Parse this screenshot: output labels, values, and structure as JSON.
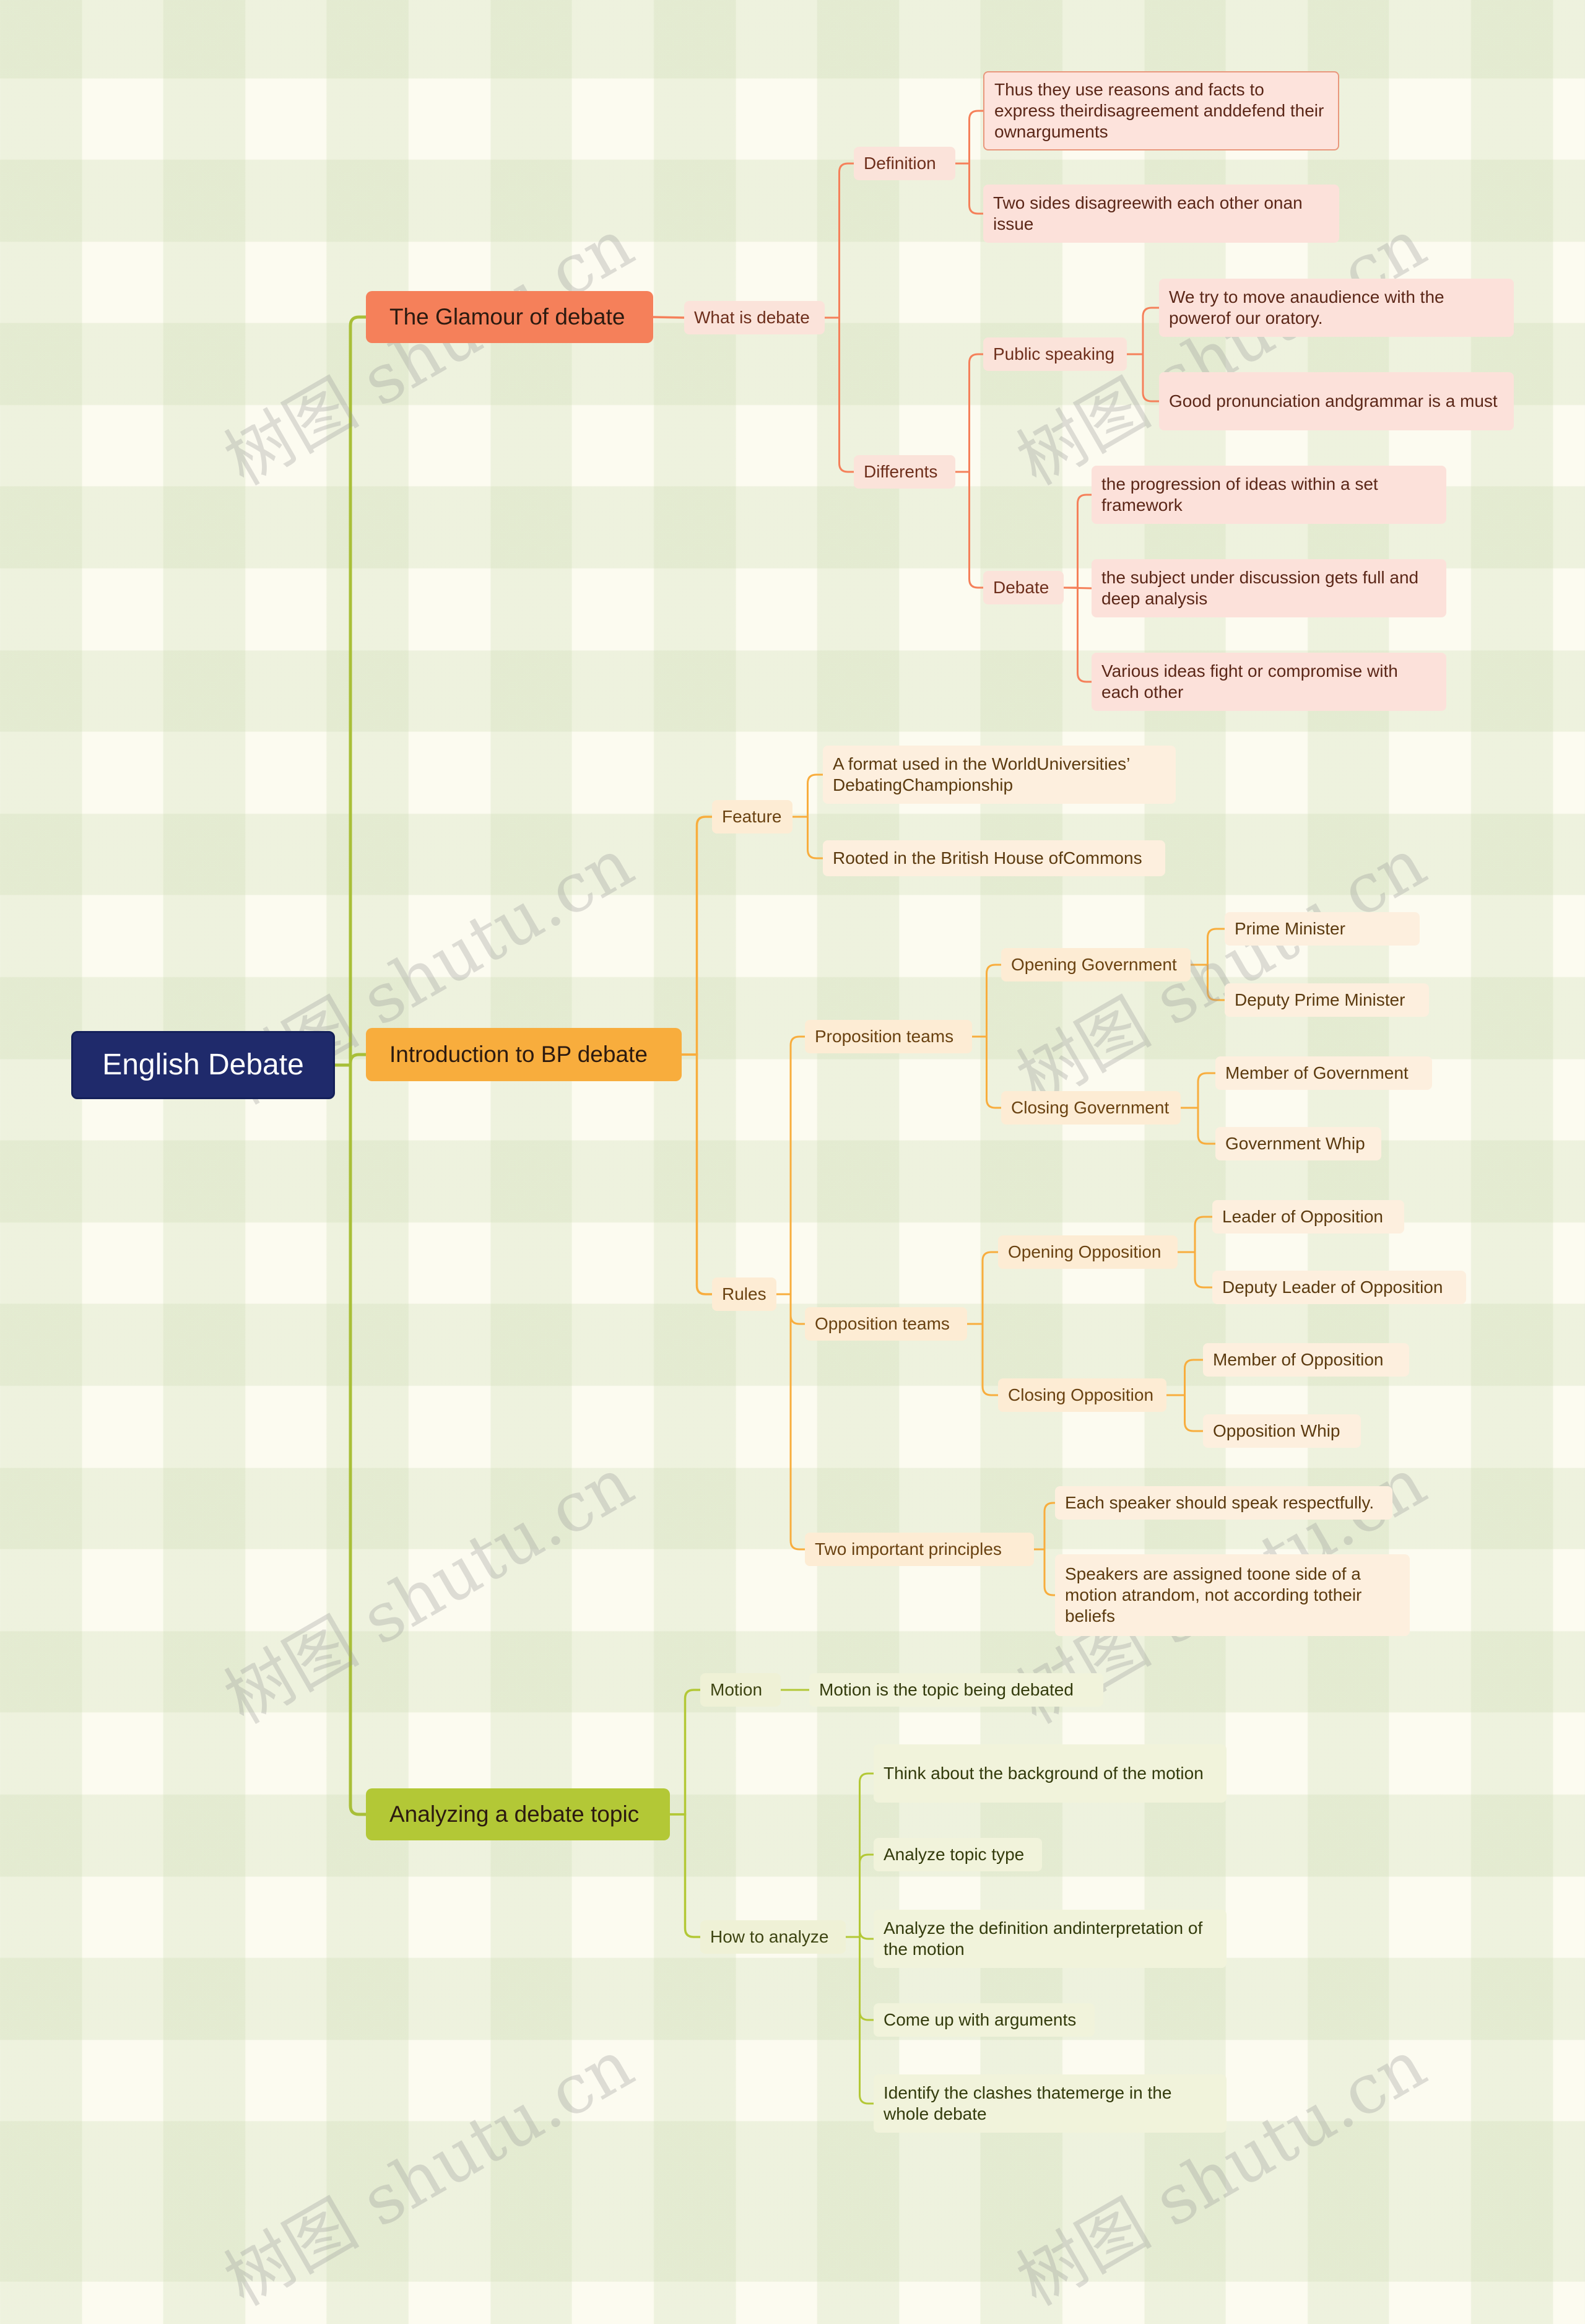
{
  "root": "English Debate",
  "watermark": "树图 shutu.cn",
  "colors": {
    "root": "#1f2a6b",
    "branch_glamour": "#f5805a",
    "branch_bp": "#f8ad3d",
    "branch_analyze": "#b3c836",
    "trunk_line": "#a8bf38"
  },
  "branches": [
    {
      "label": "The Glamour of debate",
      "color": "#f5805a",
      "children": [
        {
          "label": "What is debate",
          "children": [
            {
              "label": "Definition",
              "children": [
                {
                  "label": "Thus they use reasons and facts to express theirdisagreement anddefend their ownarguments"
                },
                {
                  "label": "Two sides disagreewith each other onan issue"
                }
              ]
            },
            {
              "label": "Differents",
              "children": [
                {
                  "label": "Public speaking",
                  "children": [
                    {
                      "label": "We try to move anaudience with the powerof our oratory."
                    },
                    {
                      "label": "Good pronunciation andgrammar is a must"
                    }
                  ]
                },
                {
                  "label": "Debate",
                  "children": [
                    {
                      "label": "the progression of ideas within a set framework"
                    },
                    {
                      "label": "the subject under discussion gets full and  deep analysis"
                    },
                    {
                      "label": "Various ideas fight or compromise with each other"
                    }
                  ]
                }
              ]
            }
          ]
        }
      ]
    },
    {
      "label": "Introduction to BP debate",
      "color": "#f8ad3d",
      "children": [
        {
          "label": "Feature",
          "children": [
            {
              "label": "A format used in the WorldUniversities’ DebatingChampionship"
            },
            {
              "label": "Rooted in the British House ofCommons"
            }
          ]
        },
        {
          "label": "Rules",
          "children": [
            {
              "label": "Proposition teams",
              "children": [
                {
                  "label": "Opening Government",
                  "children": [
                    {
                      "label": "Prime Minister"
                    },
                    {
                      "label": "Deputy Prime Minister"
                    }
                  ]
                },
                {
                  "label": "Closing Government",
                  "children": [
                    {
                      "label": "Member of Government"
                    },
                    {
                      "label": "Government Whip"
                    }
                  ]
                }
              ]
            },
            {
              "label": "Opposition teams",
              "children": [
                {
                  "label": "Opening Opposition",
                  "children": [
                    {
                      "label": "Leader of Opposition"
                    },
                    {
                      "label": "Deputy Leader of Opposition"
                    }
                  ]
                },
                {
                  "label": "Closing Opposition",
                  "children": [
                    {
                      "label": "Member of Opposition"
                    },
                    {
                      "label": "Opposition Whip"
                    }
                  ]
                }
              ]
            },
            {
              "label": "Two important principles",
              "children": [
                {
                  "label": "Each speaker should speak respectfully."
                },
                {
                  "label": "Speakers are assigned toone side of a motion atrandom, not according totheir beliefs"
                }
              ]
            }
          ]
        }
      ]
    },
    {
      "label": "Analyzing a debate topic",
      "color": "#b3c836",
      "children": [
        {
          "label": "Motion",
          "children": [
            {
              "label": "Motion is the topic being debated"
            }
          ]
        },
        {
          "label": "How to analyze",
          "children": [
            {
              "label": "Think about the background of the motion"
            },
            {
              "label": "Analyze topic type"
            },
            {
              "label": "Analyze the definition andinterpretation of the motion"
            },
            {
              "label": "Come up with arguments"
            },
            {
              "label": "Identify the clashes thatemerge in the whole debate"
            }
          ]
        }
      ]
    }
  ]
}
